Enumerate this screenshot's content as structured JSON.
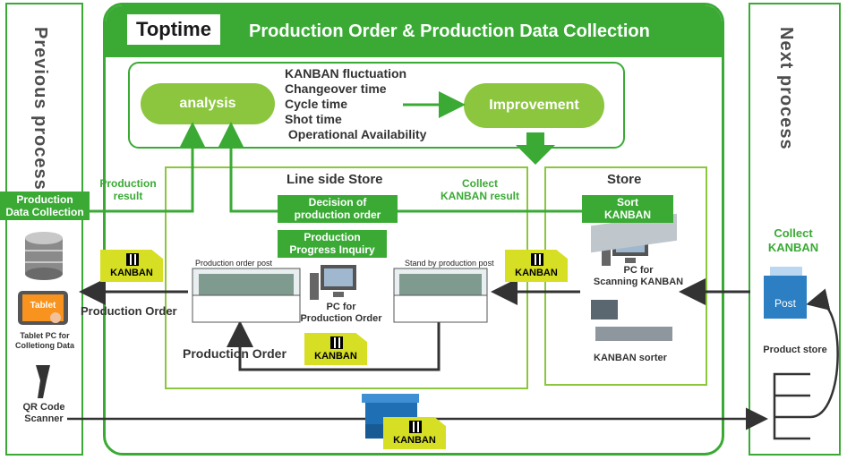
{
  "colors": {
    "green": "#3aaa35",
    "lightgreen": "#8cc63f",
    "kanban": "#d6df23",
    "dark": "#333333"
  },
  "header": {
    "logo": "Toptime",
    "title": "Production Order & Production Data Collection"
  },
  "previous_process": {
    "title": "Previous process",
    "data_collection": "Production\nData Collection",
    "tablet_icon_label": "Tablet",
    "tablet_caption": "Tablet PC for\nColletiong Data",
    "scanner_caption": "QR Code\nScanner"
  },
  "next_process": {
    "title": "Next process",
    "collect_kanban": "Collect\nKANBAN",
    "post_label": "Post",
    "product_store": "Product store"
  },
  "analysis": {
    "analysis_label": "analysis",
    "improvement_label": "Improvement",
    "items": [
      "KANBAN fluctuation",
      "Changeover time",
      "Cycle time",
      "Shot time",
      " Operational Availability"
    ]
  },
  "line_side": {
    "title": "Line side Store",
    "production_result": "Production\nresult",
    "decision": "Decision of\nproduction order",
    "progress": "Production\nProgress Inquiry",
    "rack_left": "Production order post",
    "rack_right": "Stand by production post",
    "pc_caption": "PC for\nProduction Order",
    "production_order_left": "Production Order",
    "production_order_bottom": "Production Order"
  },
  "store": {
    "title": "Store",
    "collect_result": "Collect\nKANBAN result",
    "sort": "Sort\nKANBAN",
    "pc_caption": "PC for\nScanning KANBAN",
    "sorter_caption": "KANBAN sorter"
  },
  "kanban_label": "KANBAN"
}
